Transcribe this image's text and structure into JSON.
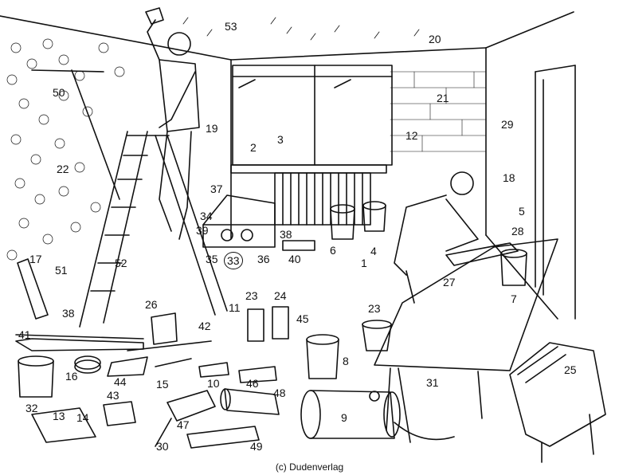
{
  "labels": [
    {
      "text": "53"
    },
    {
      "text": "20"
    },
    {
      "text": "21"
    },
    {
      "text": "50"
    },
    {
      "text": "19"
    },
    {
      "text": "2"
    },
    {
      "text": "3"
    },
    {
      "text": "12"
    },
    {
      "text": "29"
    },
    {
      "text": "22"
    },
    {
      "text": "18"
    },
    {
      "text": "37"
    },
    {
      "text": "5"
    },
    {
      "text": "34"
    },
    {
      "text": "39"
    },
    {
      "text": "38"
    },
    {
      "text": "28"
    },
    {
      "text": "6"
    },
    {
      "text": "4"
    },
    {
      "text": "17"
    },
    {
      "text": "52"
    },
    {
      "text": "35"
    },
    {
      "text": "33"
    },
    {
      "text": "36"
    },
    {
      "text": "40"
    },
    {
      "text": "1"
    },
    {
      "text": "51"
    },
    {
      "text": "27"
    },
    {
      "text": "7"
    },
    {
      "text": "38"
    },
    {
      "text": "26"
    },
    {
      "text": "11"
    },
    {
      "text": "23"
    },
    {
      "text": "24"
    },
    {
      "text": "23"
    },
    {
      "text": "41"
    },
    {
      "text": "42"
    },
    {
      "text": "45"
    },
    {
      "text": "8"
    },
    {
      "text": "16"
    },
    {
      "text": "44"
    },
    {
      "text": "15"
    },
    {
      "text": "10"
    },
    {
      "text": "46"
    },
    {
      "text": "31"
    },
    {
      "text": "25"
    },
    {
      "text": "32"
    },
    {
      "text": "43"
    },
    {
      "text": "48"
    },
    {
      "text": "9"
    },
    {
      "text": "13"
    },
    {
      "text": "14"
    },
    {
      "text": "47"
    },
    {
      "text": "30"
    },
    {
      "text": "49"
    }
  ],
  "copyright": "(c) Dudenverlag"
}
